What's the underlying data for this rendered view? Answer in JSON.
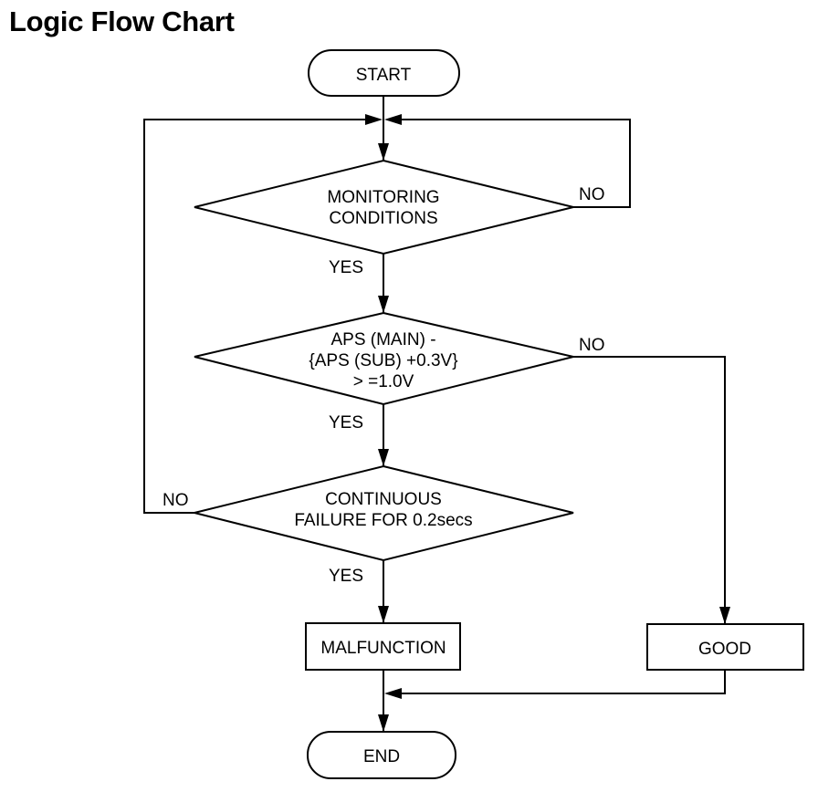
{
  "title": "Logic Flow Chart",
  "nodes": {
    "start": "START",
    "monitoring": [
      "MONITORING",
      "CONDITIONS"
    ],
    "aps_check": [
      "APS (MAIN) -",
      "{APS (SUB) +0.3V}",
      "> =1.0V"
    ],
    "continuous": [
      "CONTINUOUS",
      "FAILURE FOR 0.2secs"
    ],
    "malfunction": "MALFUNCTION",
    "good": "GOOD",
    "end": "END"
  },
  "branch_labels": {
    "monitoring_no": "NO",
    "monitoring_yes": "YES",
    "aps_no": "NO",
    "aps_yes": "YES",
    "continuous_no": "NO",
    "continuous_yes": "YES"
  }
}
